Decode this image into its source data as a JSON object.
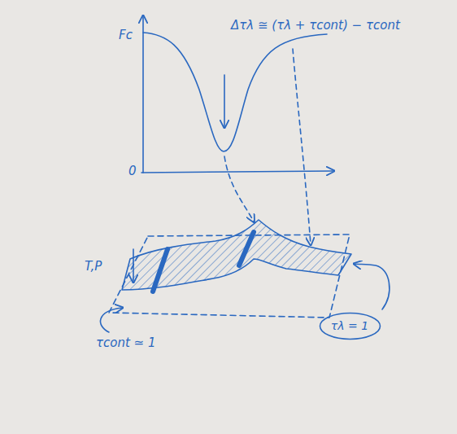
{
  "diagram": {
    "nodes": [
      {
        "text": [
          "τλ = 1"
        ]
      }
    ],
    "labels": [
      "Fc",
      "0",
      "Δτλ ≅ (τλ + τcont) − τcont",
      "T,P",
      "τcont ≃ 1"
    ]
  }
}
